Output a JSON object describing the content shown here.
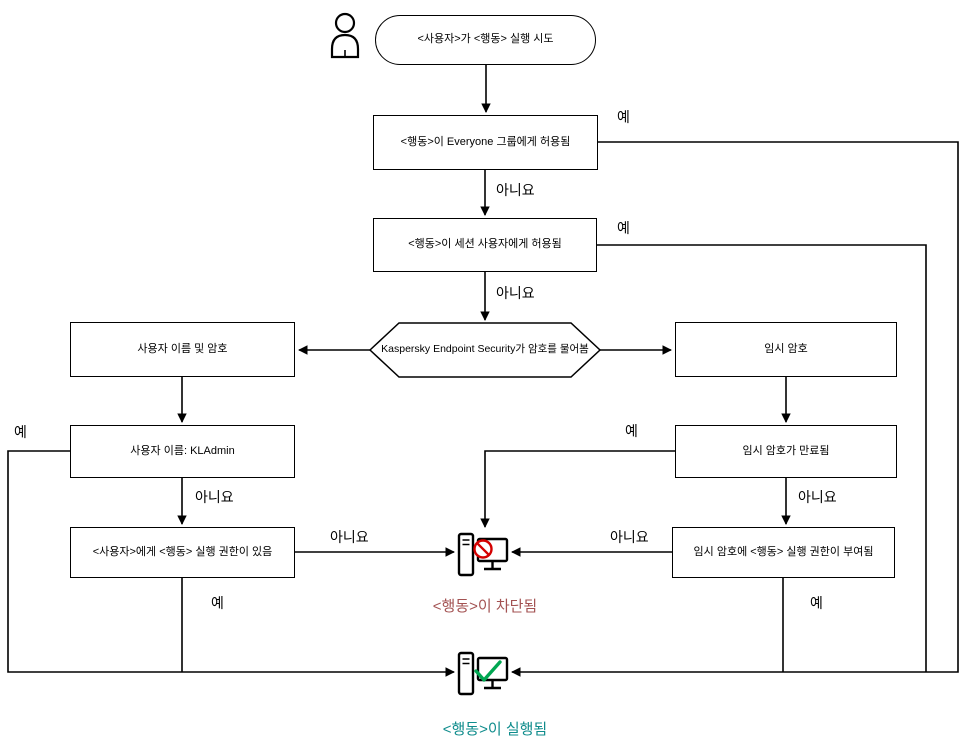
{
  "diagram": {
    "nodes": {
      "start": "<사용자>가 <행동> 실행 시도",
      "everyone_allowed": "<행동>이 Everyone 그룹에게 허용됨",
      "session_allowed": "<행동>이 세션 사용자에게 허용됨",
      "password_prompt": "Kaspersky Endpoint Security가 암호를 물어봄",
      "username_password": "사용자 이름 및 암호",
      "temp_password": "임시 암호",
      "username_kladmin": "사용자 이름: KLAdmin",
      "temp_password_expired": "임시 암호가 만료됨",
      "user_has_permission": "<사용자>에게 <행동> 실행 권한이 있음",
      "temp_password_has_permission": "임시 암호에 <행동> 실행 권한이 부여됨",
      "action_blocked": "<행동>이 차단됨",
      "action_executed": "<행동>이 실행됨"
    },
    "labels": {
      "yes": "예",
      "no": "아니요"
    },
    "icons": {
      "user": "user-icon",
      "blocked": "blocked-computer-icon",
      "executed": "executed-computer-icon"
    },
    "colors": {
      "blocked_text": "#a35252",
      "executed_text": "#0f8c8c",
      "prohibit_sign": "#d40000",
      "check_sign": "#00a651",
      "line": "#000000"
    }
  }
}
